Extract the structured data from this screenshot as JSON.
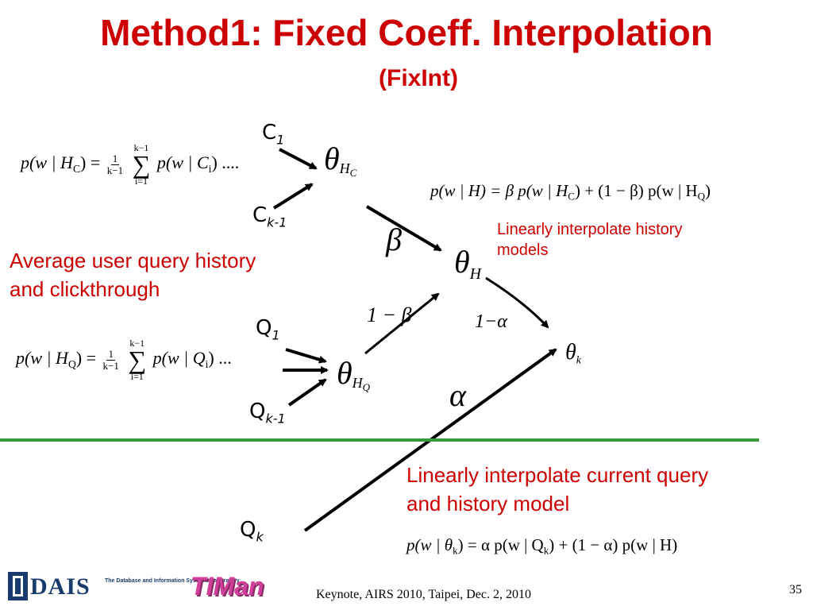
{
  "title": "Method1: Fixed Coeff. Interpolation",
  "subtitle": "(FixInt)",
  "labels": {
    "c1_main": "C",
    "c1_sub": "1",
    "ck_main": "C",
    "ck_sub": "k-1",
    "q1_main": "Q",
    "q1_sub": "1",
    "qk1_main": "Q",
    "qk1_sub": "k-1",
    "qk_main": "Q",
    "qk_sub": "k"
  },
  "nodes": {
    "theta": "θ",
    "theta_hc_sub_h": "H",
    "theta_hc_sub_c": "C",
    "theta_h_sub": "H",
    "theta_hq_sub_h": "H",
    "theta_hq_sub_q": "Q",
    "theta_k_sub": "k"
  },
  "greek": {
    "beta": "β",
    "alpha": "α",
    "one_minus_beta": "1 − β",
    "one_minus_alpha": "1−α"
  },
  "formulas": {
    "hc_lhs": "p(w | H",
    "hc_lhs_sub": "C",
    "hc_eq": ") =",
    "frac_num": "1",
    "frac_den": "k−1",
    "sum_top": "k−1",
    "sum_bot": "i=1",
    "sum_sig": "∑",
    "hc_rhs": "p(w | C",
    "hc_rhs_sub": "i",
    "hc_tail": ") ....",
    "hq_lhs": "p(w | H",
    "hq_lhs_sub": "Q",
    "hq_eq": ") =",
    "hq_rhs": "p(w | Q",
    "hq_rhs_sub": "i",
    "hq_tail": ") ...",
    "h_interp": "p(w | H) = β p(w | H",
    "h_interp_sub1": "C",
    "h_interp_mid": ") + (1 − β) p(w | H",
    "h_interp_sub2": "Q",
    "h_interp_end": ")",
    "k_interp": "p(w | θ",
    "k_interp_sub1": "k",
    "k_interp_mid": ") = α p(w | Q",
    "k_interp_sub2": "k",
    "k_interp_end": ") + (1 − α) p(w | H)"
  },
  "annotations": {
    "avg_line1": "Average user query history",
    "avg_line2": "and clickthrough",
    "lin_hist_line1": "Linearly interpolate history",
    "lin_hist_line2": "models",
    "lin_cur_line1": "Linearly interpolate current query",
    "lin_cur_line2": "and history model"
  },
  "footer": {
    "text": "Keynote, AIRS 2010, Taipei, Dec. 2, 2010",
    "page_number": "35",
    "logo_dais": "DAIS",
    "logo_dais_caption": "The Database and Information Systems Laboratory",
    "logo_timan": "TIMan"
  },
  "colors": {
    "title": "#cc0000",
    "divider": "#3a9a3a",
    "arrows": "#000000"
  }
}
